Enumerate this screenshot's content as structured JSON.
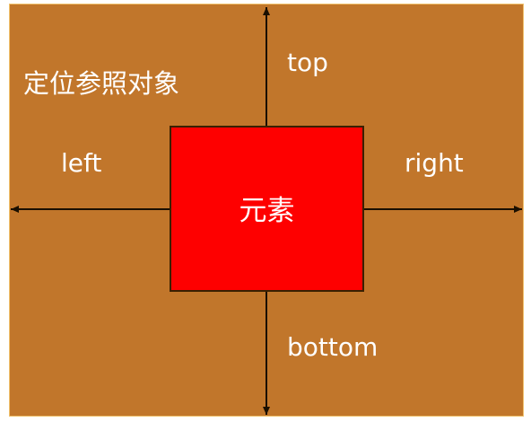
{
  "diagram": {
    "reference_label": "定位参照对象",
    "element_label": "元素",
    "offsets": {
      "top": "top",
      "left": "left",
      "right": "right",
      "bottom": "bottom"
    }
  },
  "colors": {
    "reference_background": "#c1762b",
    "element_fill": "#fe0000",
    "arrow": "#1a0f00",
    "text": "#ffffff"
  }
}
